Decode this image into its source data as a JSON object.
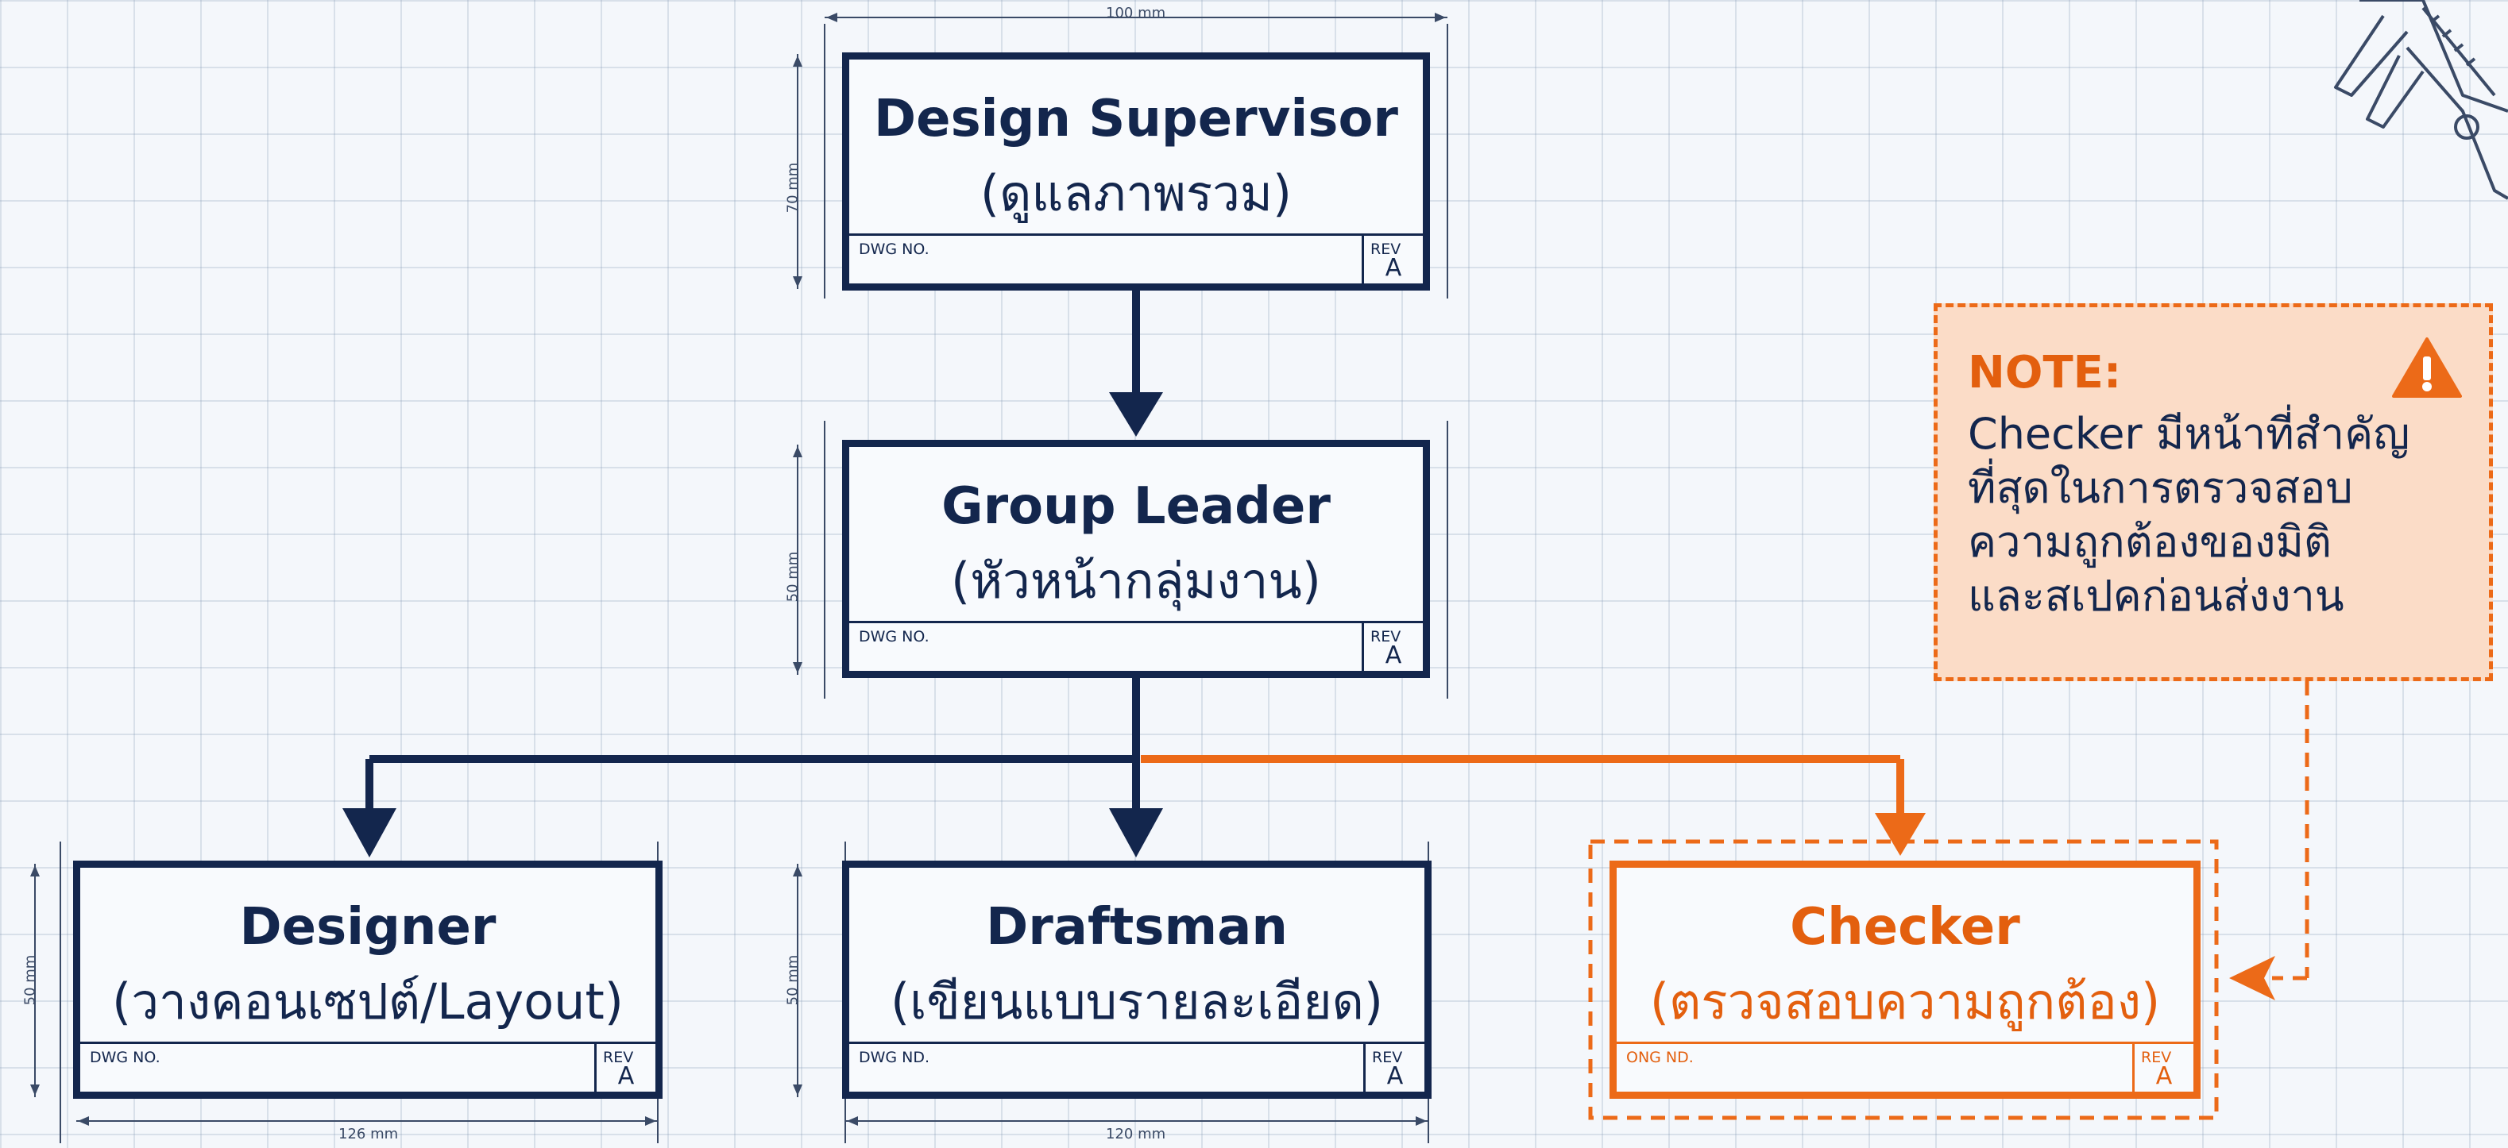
{
  "nodes": {
    "design_supervisor": {
      "title": "Design Supervisor",
      "subtitle": "(ดูแลภาพรวม)",
      "dwg_label": "DWG NO.",
      "rev_label": "REV",
      "rev_value": "A"
    },
    "group_leader": {
      "title": "Group Leader",
      "subtitle": "(หัวหน้ากลุ่มงาน)",
      "dwg_label": "DWG NO.",
      "rev_label": "REV",
      "rev_value": "A"
    },
    "designer": {
      "title": "Designer",
      "subtitle": "(วางคอนเซปต์/Layout)",
      "dwg_label": "DWG NO.",
      "rev_label": "REV",
      "rev_value": "A"
    },
    "draftsman": {
      "title": "Draftsman",
      "subtitle": "(เขียนแบบรายละเอียด)",
      "dwg_label": "DWG ND.",
      "rev_label": "REV",
      "rev_value": "A"
    },
    "checker": {
      "title": "Checker",
      "subtitle": "(ตรวจสอบความถูกต้อง)",
      "dwg_label": "ONG ND.",
      "rev_label": "REV",
      "rev_value": "A"
    }
  },
  "dimensions": {
    "top_width": "100 mm",
    "supervisor_height": "70 mm",
    "leader_height": "50 mm",
    "designer_height": "50 mm",
    "draftsman_height": "50 mm",
    "designer_width": "126 mm",
    "draftsman_width": "120 mm"
  },
  "note": {
    "title": "NOTE:",
    "lines": [
      "Checker มีหน้าที่สำคัญ",
      "ที่สุดในการตรวจสอบ",
      "ความถูกต้องของมิติ",
      "และสเปคก่อนส่งงาน"
    ],
    "icon": "warning-icon"
  },
  "colors": {
    "navy": "#13264d",
    "orange": "#ec6a18",
    "note_fill": "#fbdcc7",
    "grid": "#d6dee9"
  }
}
